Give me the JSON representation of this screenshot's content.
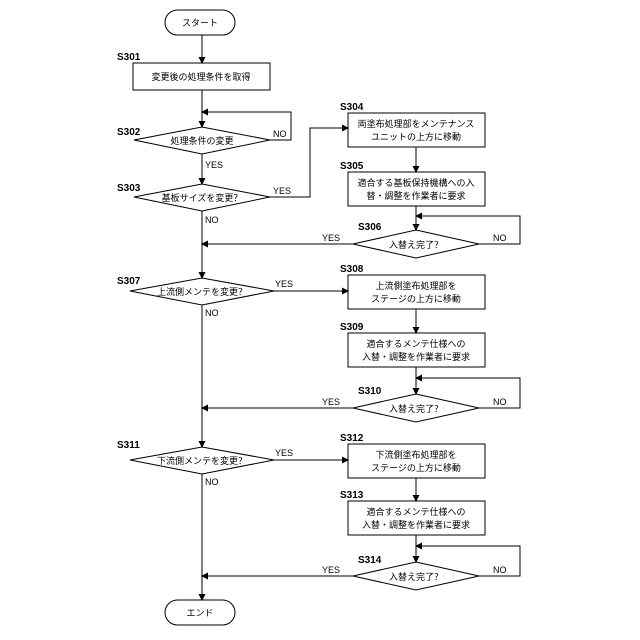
{
  "nodes": {
    "start": {
      "text": "スタート"
    },
    "s301": {
      "step": "S301",
      "text": "変更後の処理条件を取得"
    },
    "s302": {
      "step": "S302",
      "text": "処理条件の変更"
    },
    "s303": {
      "step": "S303",
      "text": "基板サイズを変更？"
    },
    "s304": {
      "step": "S304",
      "line1": "両塗布処理部をメンテナンス",
      "line2": "ユニットの上方に移動"
    },
    "s305": {
      "step": "S305",
      "line1": "適合する基板保持機構への入",
      "line2": "替・調整を作業者に要求"
    },
    "s306": {
      "step": "S306",
      "text": "入替え完了？"
    },
    "s307": {
      "step": "S307",
      "text": "上流側メンテを変更？"
    },
    "s308": {
      "step": "S308",
      "line1": "上流側塗布処理部を",
      "line2": "ステージの上方に移動"
    },
    "s309": {
      "step": "S309",
      "line1": "適合するメンテ仕様への",
      "line2": "入替・調整を作業者に要求"
    },
    "s310": {
      "step": "S310",
      "text": "入替え完了？"
    },
    "s311": {
      "step": "S311",
      "text": "下流側メンテを変更？"
    },
    "s312": {
      "step": "S312",
      "line1": "下流側塗布処理部を",
      "line2": "ステージの上方に移動"
    },
    "s313": {
      "step": "S313",
      "line1": "適合するメンテ仕様への",
      "line2": "入替・調整を作業者に要求"
    },
    "s314": {
      "step": "S314",
      "text": "入替え完了？"
    },
    "end": {
      "text": "エンド"
    }
  },
  "labels": {
    "s302_no": "NO",
    "s302_yes": "YES",
    "s303_yes": "YES",
    "s303_no": "NO",
    "s306_yes": "YES",
    "s306_no": "NO",
    "s307_yes": "YES",
    "s307_no": "NO",
    "s310_yes": "YES",
    "s310_no": "NO",
    "s311_yes": "YES",
    "s311_no": "NO",
    "s314_yes": "YES",
    "s314_no": "NO"
  }
}
